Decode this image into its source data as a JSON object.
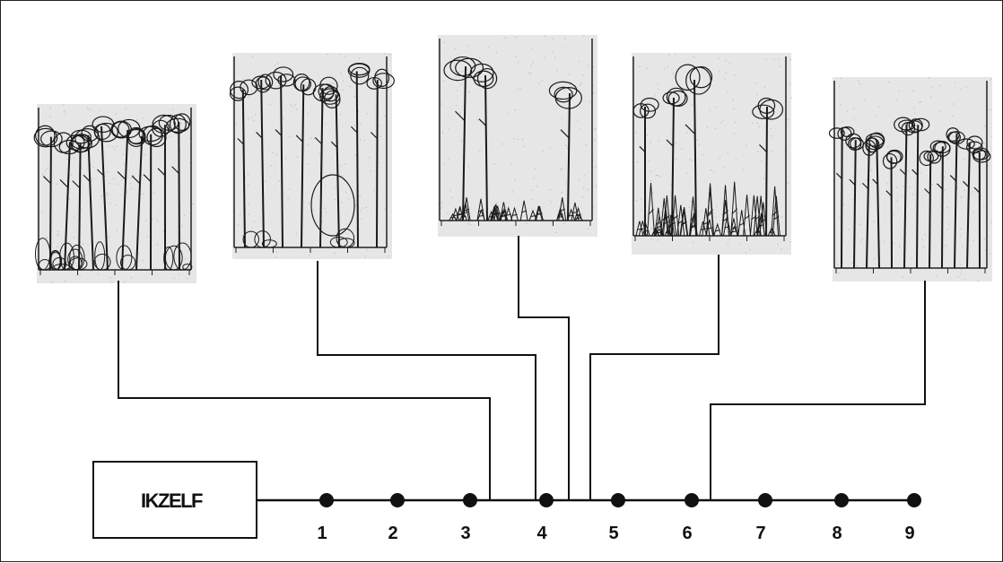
{
  "diagram": {
    "box_label": "IKZELF",
    "stations": [
      "1",
      "2",
      "3",
      "4",
      "5",
      "6",
      "7",
      "8",
      "9"
    ],
    "panels": [
      {
        "name": "panel-1",
        "attaches_between": [
          "3",
          "4"
        ]
      },
      {
        "name": "panel-2",
        "attaches_between": [
          "3",
          "4"
        ]
      },
      {
        "name": "panel-3",
        "attaches_between": [
          "4",
          "5"
        ]
      },
      {
        "name": "panel-4",
        "attaches_between": [
          "4",
          "5"
        ]
      },
      {
        "name": "panel-5",
        "attaches_between": [
          "6",
          "7"
        ]
      }
    ],
    "colors": {
      "line": "#111111",
      "panel_bg": "#e6e6e6",
      "tree": "#1a1a1a"
    }
  }
}
